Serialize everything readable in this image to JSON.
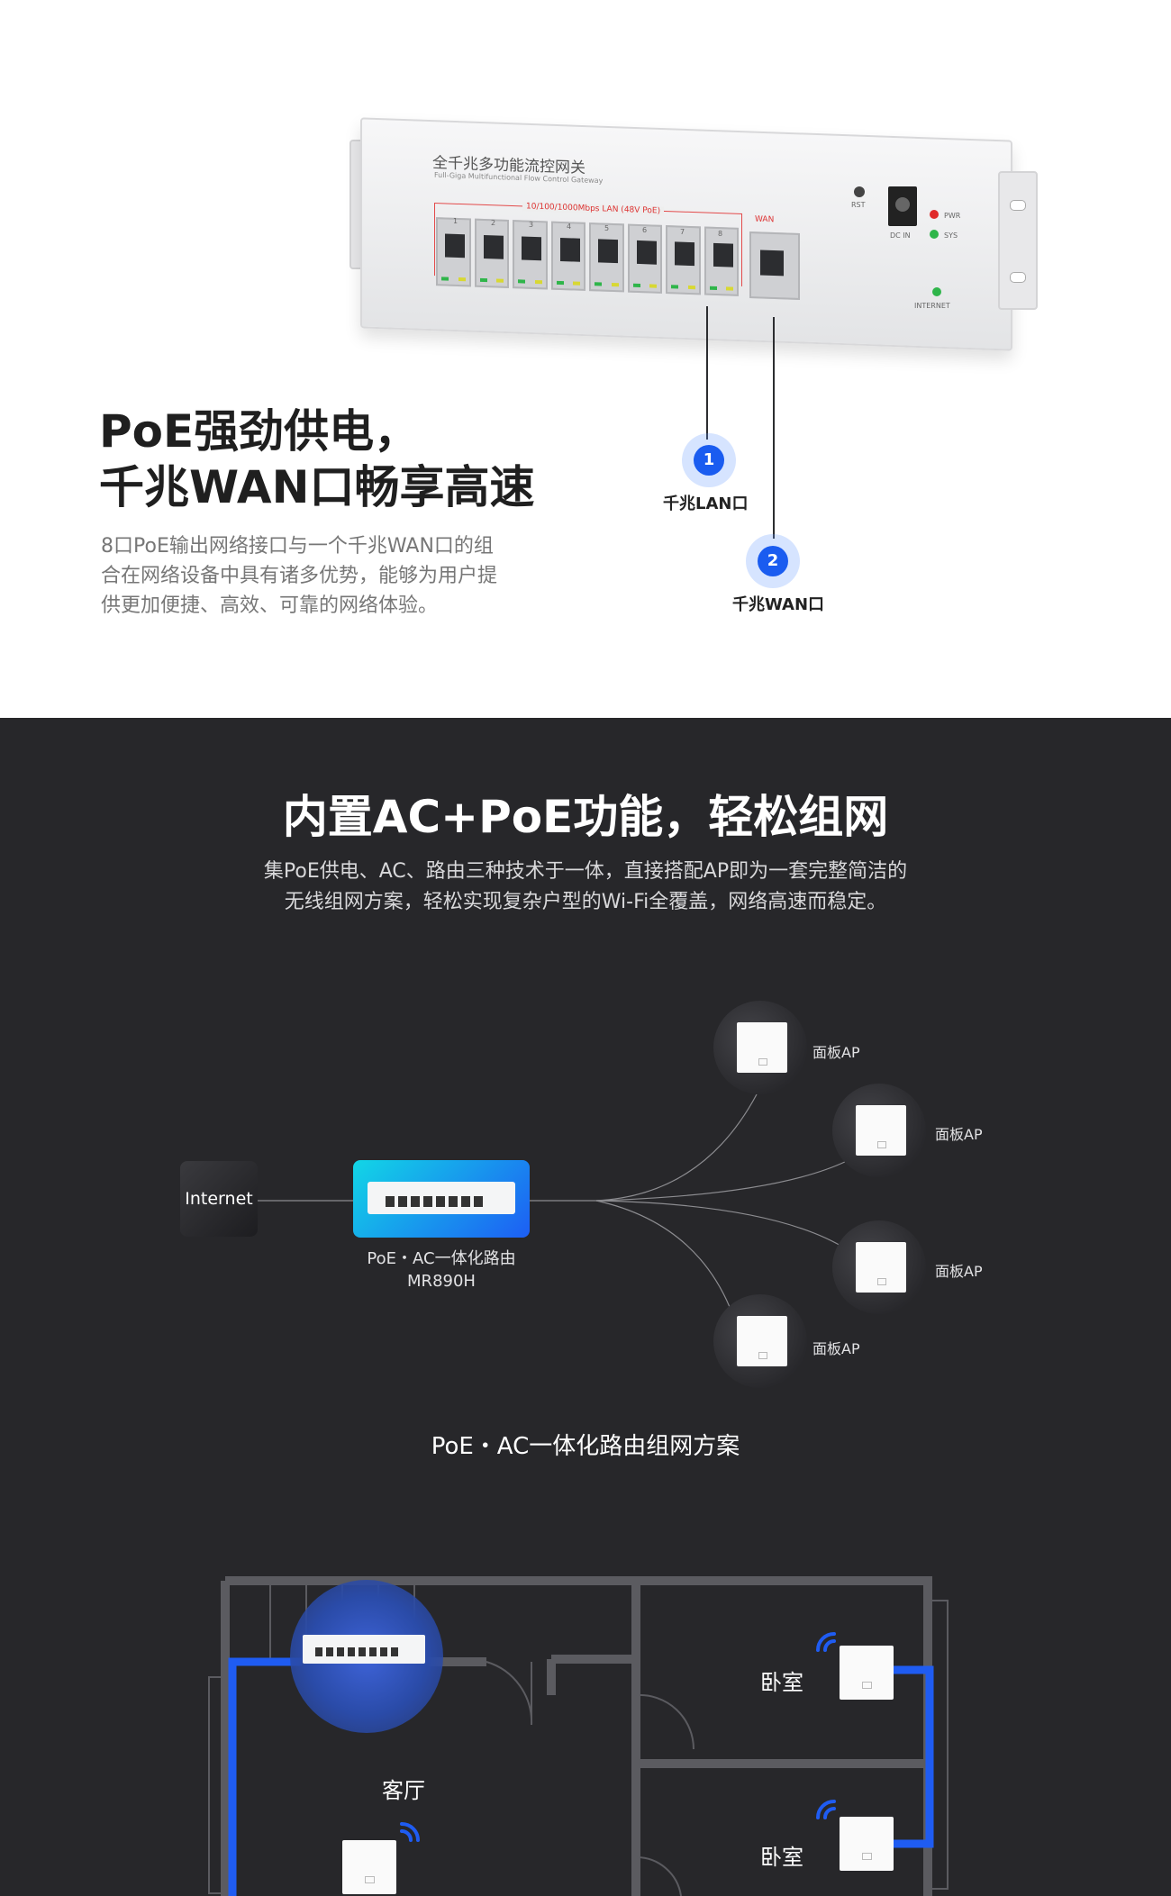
{
  "device": {
    "title": "全千兆多功能流控网关",
    "subtitle": "Full-Giga Multifunctional Flow Control Gateway",
    "lan_label": "10/100/1000Mbps LAN (48V PoE)",
    "port_numbers": [
      "1",
      "2",
      "3",
      "4",
      "5",
      "6",
      "7",
      "8"
    ],
    "wan_label": "WAN",
    "rst_label": "RST",
    "dcin_label": "DC IN",
    "pwr_label": "PWR",
    "sys_label": "SYS",
    "internet_label": "INTERNET",
    "colors": {
      "pwr": "#e02b2b",
      "sys": "#2fb54a",
      "internet": "#2fb54a"
    }
  },
  "callouts": [
    {
      "number": "1",
      "label": "千兆LAN口"
    },
    {
      "number": "2",
      "label": "千兆WAN口"
    }
  ],
  "hero": {
    "title_line1": "PoE强劲供电，",
    "title_line2": "千兆WAN口畅享高速",
    "body_line1": "8口PoE输出网络接口与一个千兆WAN口的组",
    "body_line2": "合在网络设备中具有诸多优势，能够为用户提",
    "body_line3": "供更加便捷、高效、可靠的网络体验。"
  },
  "section2": {
    "title": "内置AC+PoE功能，轻松组网",
    "sub_line1": "集PoE供电、AC、路由三种技术于一体，直接搭配AP即为一套完整简洁的",
    "sub_line2": "无线组网方案，轻松实现复杂户型的Wi-Fi全覆盖，网络高速而稳定。"
  },
  "diagram": {
    "internet": "Internet",
    "router_caption_line1": "PoE・AC一体化路由",
    "router_caption_line2": "MR890H",
    "ap_labels": [
      "面板AP",
      "面板AP",
      "面板AP",
      "面板AP"
    ],
    "caption": "PoE・AC一体化路由组网方案"
  },
  "floorplan": {
    "rooms": [
      "卧室",
      "客厅",
      "卧室"
    ],
    "colors": {
      "cable": "#1f5cf2",
      "wifi": "#1f5cf2",
      "wall": "#5b5b60"
    }
  }
}
